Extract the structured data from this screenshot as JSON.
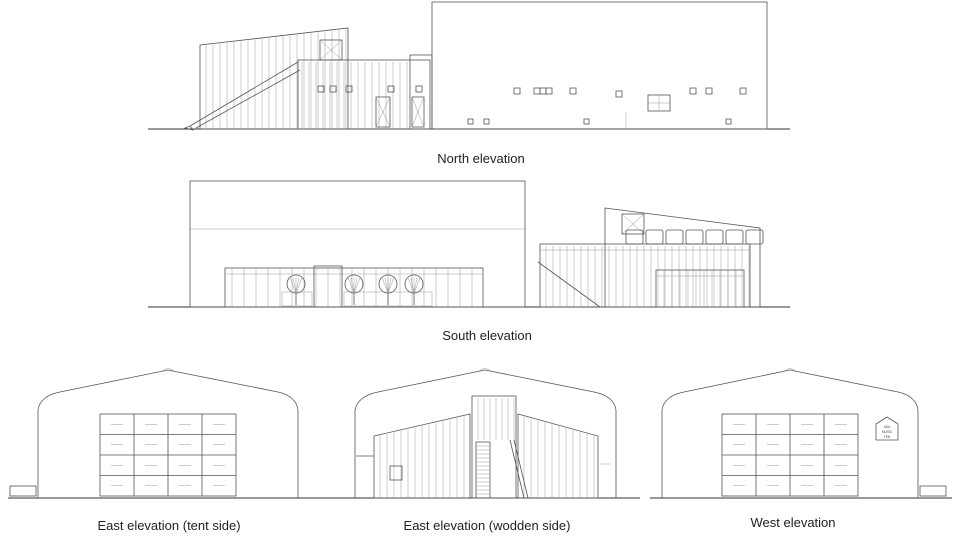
{
  "drawings": [
    {
      "id": "north",
      "caption": "North elevation"
    },
    {
      "id": "south",
      "caption": "South elevation"
    },
    {
      "id": "east-tent",
      "caption": "East elevation (tent side)"
    },
    {
      "id": "east-wood",
      "caption": "East elevation (wodden side)"
    },
    {
      "id": "west",
      "caption": "West elevation"
    }
  ],
  "signage": {
    "logo_lines": [
      "ASU",
      "MUSIC",
      "TEN"
    ]
  }
}
